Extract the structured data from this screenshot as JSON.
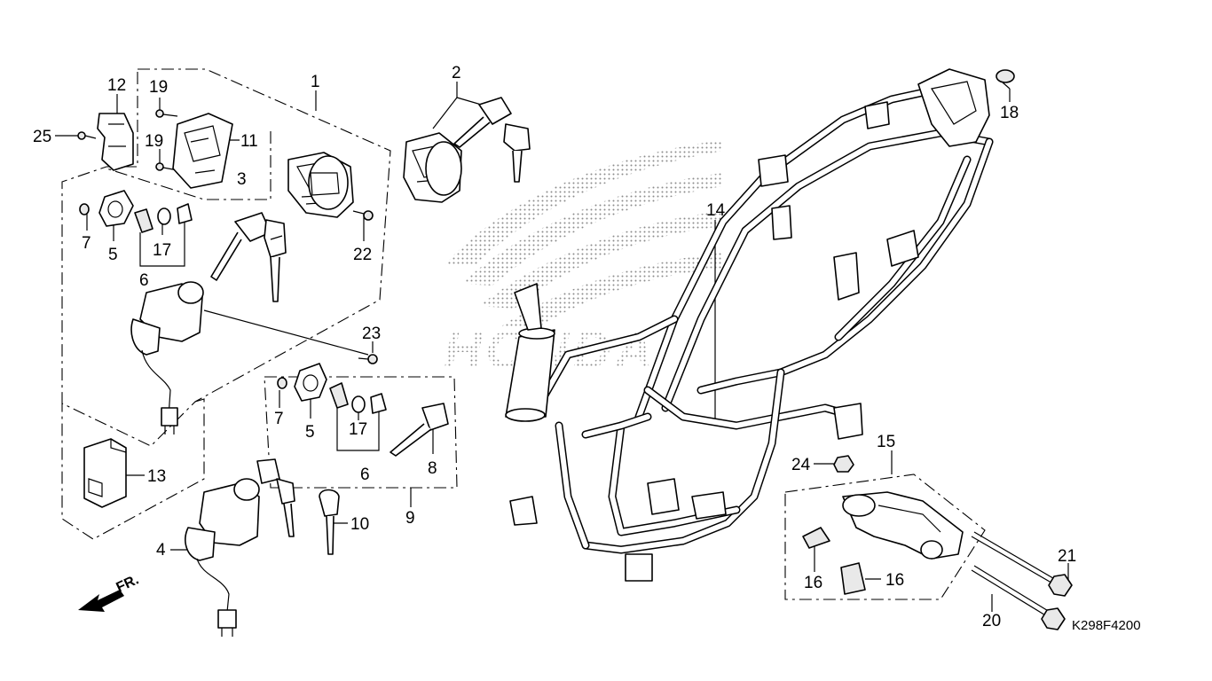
{
  "diagram": {
    "code": "K298F4200",
    "direction": "FR.",
    "brand_watermark": "HONDA",
    "callouts": {
      "c1": "1",
      "c2": "2",
      "c3": "3",
      "c4": "4",
      "c5a": "5",
      "c5b": "5",
      "c6a": "6",
      "c6b": "6",
      "c7a": "7",
      "c7b": "7",
      "c8": "8",
      "c9": "9",
      "c10": "10",
      "c11": "11",
      "c12": "12",
      "c13": "13",
      "c14": "14",
      "c15": "15",
      "c16a": "16",
      "c16b": "16",
      "c17a": "17",
      "c17b": "17",
      "c18": "18",
      "c19a": "19",
      "c19b": "19",
      "c20": "20",
      "c21": "21",
      "c22": "22",
      "c23": "23",
      "c24": "24",
      "c25": "25"
    }
  }
}
